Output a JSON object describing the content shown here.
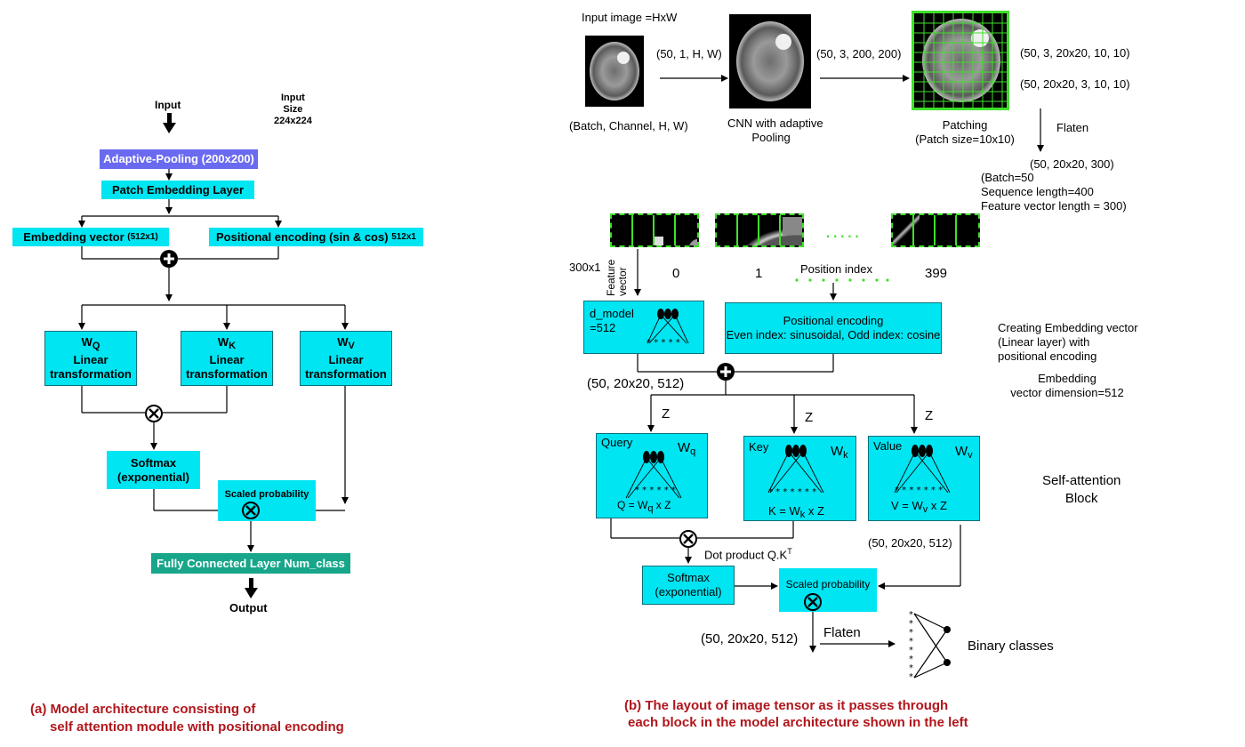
{
  "left": {
    "input_label": "Input",
    "input_size_lines": [
      "Input",
      "Size",
      "224x224"
    ],
    "adaptive_pooling": "Adaptive-Pooling (200x200)",
    "patch_embedding": "Patch Embedding Layer",
    "embedding_vector": "Embedding vector",
    "embedding_vector_dim": "(512x1)",
    "positional_encoding": "Positional encoding (sin & cos)",
    "positional_encoding_dim": "512x1",
    "wq": {
      "symbol": "W",
      "sub": "Q",
      "line1": "Linear",
      "line2": "transformation"
    },
    "wk": {
      "symbol": "W",
      "sub": "K",
      "line1": "Linear",
      "line2": "transformation"
    },
    "wv": {
      "symbol": "W",
      "sub": "V",
      "line1": "Linear",
      "line2": "transformation"
    },
    "softmax": "Softmax",
    "softmax_sub": "(exponential)",
    "scaled_probability": "Scaled probability",
    "fully_connected": "Fully Connected Layer Num_class",
    "output_label": "Output",
    "caption_line1": "(a) Model architecture consisting of",
    "caption_line2": "self attention module with positional encoding"
  },
  "right": {
    "input_image": "Input image =HxW",
    "bchw": "(Batch, Channel, H, W)",
    "shape1": "(50, 1, H, W)",
    "cnn_line1": "CNN with adaptive",
    "cnn_line2": "Pooling",
    "shape2": "(50, 3, 200, 200)",
    "patching": "Patching",
    "patch_size": "(Patch size=10x10)",
    "shape3": "(50, 3, 20x20, 10, 10)",
    "shape4": "(50, 20x20, 3, 10, 10)",
    "flaten": "Flaten",
    "shape5": "(50, 20x20, 300)",
    "batch_info": [
      "(Batch=50",
      "Sequence length=400",
      "Feature vector length = 300)"
    ],
    "feature_dim": "300x1",
    "feature_vector_lines": [
      "Feature",
      "vector"
    ],
    "index0": "0",
    "index1": "1",
    "dots": ".....",
    "position_index": "Position index",
    "index399": "399",
    "d_model_line1": "d_model",
    "d_model_line2": "=512",
    "pe_title": "Positional encoding",
    "pe_detail": "Even index: sinusoidal, Odd index: cosine",
    "creating_embedding": [
      "Creating Embedding vector",
      "(Linear layer) with",
      "positional encoding"
    ],
    "embedding_dim": [
      "Embedding",
      "vector dimension=512"
    ],
    "shape6": "(50, 20x20, 512)",
    "z": "Z",
    "query": {
      "title": "Query",
      "w": "W",
      "wsub": "q",
      "eq_pre": "Q = W",
      "eq_sub": "q",
      "eq_post": " x Z"
    },
    "key": {
      "title": "Key",
      "w": "W",
      "wsub": "k",
      "eq_pre": "K = W",
      "eq_sub": "k",
      "eq_post": " x Z"
    },
    "value": {
      "title": "Value",
      "w": "W",
      "wsub": "v",
      "eq_pre": "V = W",
      "eq_sub": "v",
      "eq_post": " x Z"
    },
    "self_attention": [
      "Self-attention",
      "Block"
    ],
    "dot_product": "Dot product Q.K",
    "dot_product_sup": "T",
    "shape7": "(50, 20x20, 512)",
    "softmax": "Softmax",
    "softmax_sub": "(exponential)",
    "scaled_probability": "Scaled probability",
    "shape8": "(50, 20x20, 512)",
    "flaten2": "Flaten",
    "binary_classes": "Binary classes",
    "caption_line1": "(b) The layout of image tensor as it passes through",
    "caption_line2": "each block in the model architecture shown in the left"
  },
  "colors": {
    "cyan_box": "#00e5f2",
    "pooling_box": "#6a6af0",
    "fc_box": "#17a68a",
    "caption": "#b0161c",
    "patch_green": "#3fe02a"
  }
}
